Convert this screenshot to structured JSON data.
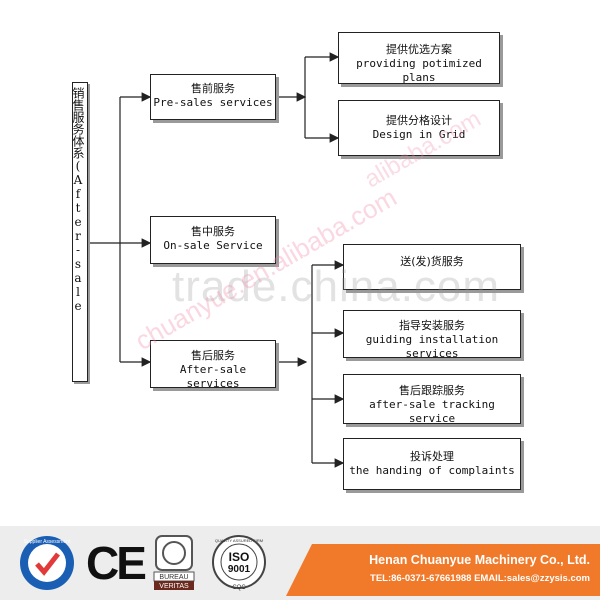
{
  "diagram": {
    "root_label": "销售服务体系(After-sale service system)",
    "level1": [
      {
        "zh": "售前服务",
        "en": "Pre-sales services"
      },
      {
        "zh": "售中服务",
        "en": "On-sale Service"
      },
      {
        "zh": "售后服务",
        "en": "After-sale services"
      }
    ],
    "presale_children": [
      {
        "zh": "提供优选方案",
        "en": "providing potimized plans"
      },
      {
        "zh": "提供分格设计",
        "en": "Design in Grid"
      }
    ],
    "aftersale_children": [
      {
        "zh": "送(发)货服务",
        "en": ""
      },
      {
        "zh": "指导安装服务",
        "en": "guiding installation services"
      },
      {
        "zh": "售后跟踪服务",
        "en": "after-sale tracking service"
      },
      {
        "zh": "投诉处理",
        "en": "the handing of complaints"
      }
    ]
  },
  "watermarks": {
    "main": "trade.china.com",
    "diag1": "chuanyue.en.alibaba.com",
    "diag2": "alibaba.com"
  },
  "footer": {
    "company": "Henan Chuanyue Machinery Co., Ltd.",
    "contact": "TEL:86-0371-67661988 EMAIL:sales@zzysis.com",
    "badges": {
      "supplier_assessment": "Supplier Assessment",
      "ce": "CE",
      "bureau_top": "BUREAU",
      "bureau_bottom": "VERITAS",
      "iso": "ISO",
      "iso_num": "9001",
      "cqc": "CQC",
      "assured": "QUALITY ASSURED FIRM"
    }
  },
  "colors": {
    "orange": "#f07a2a",
    "footer_bg": "#ededed",
    "line": "#222222"
  }
}
